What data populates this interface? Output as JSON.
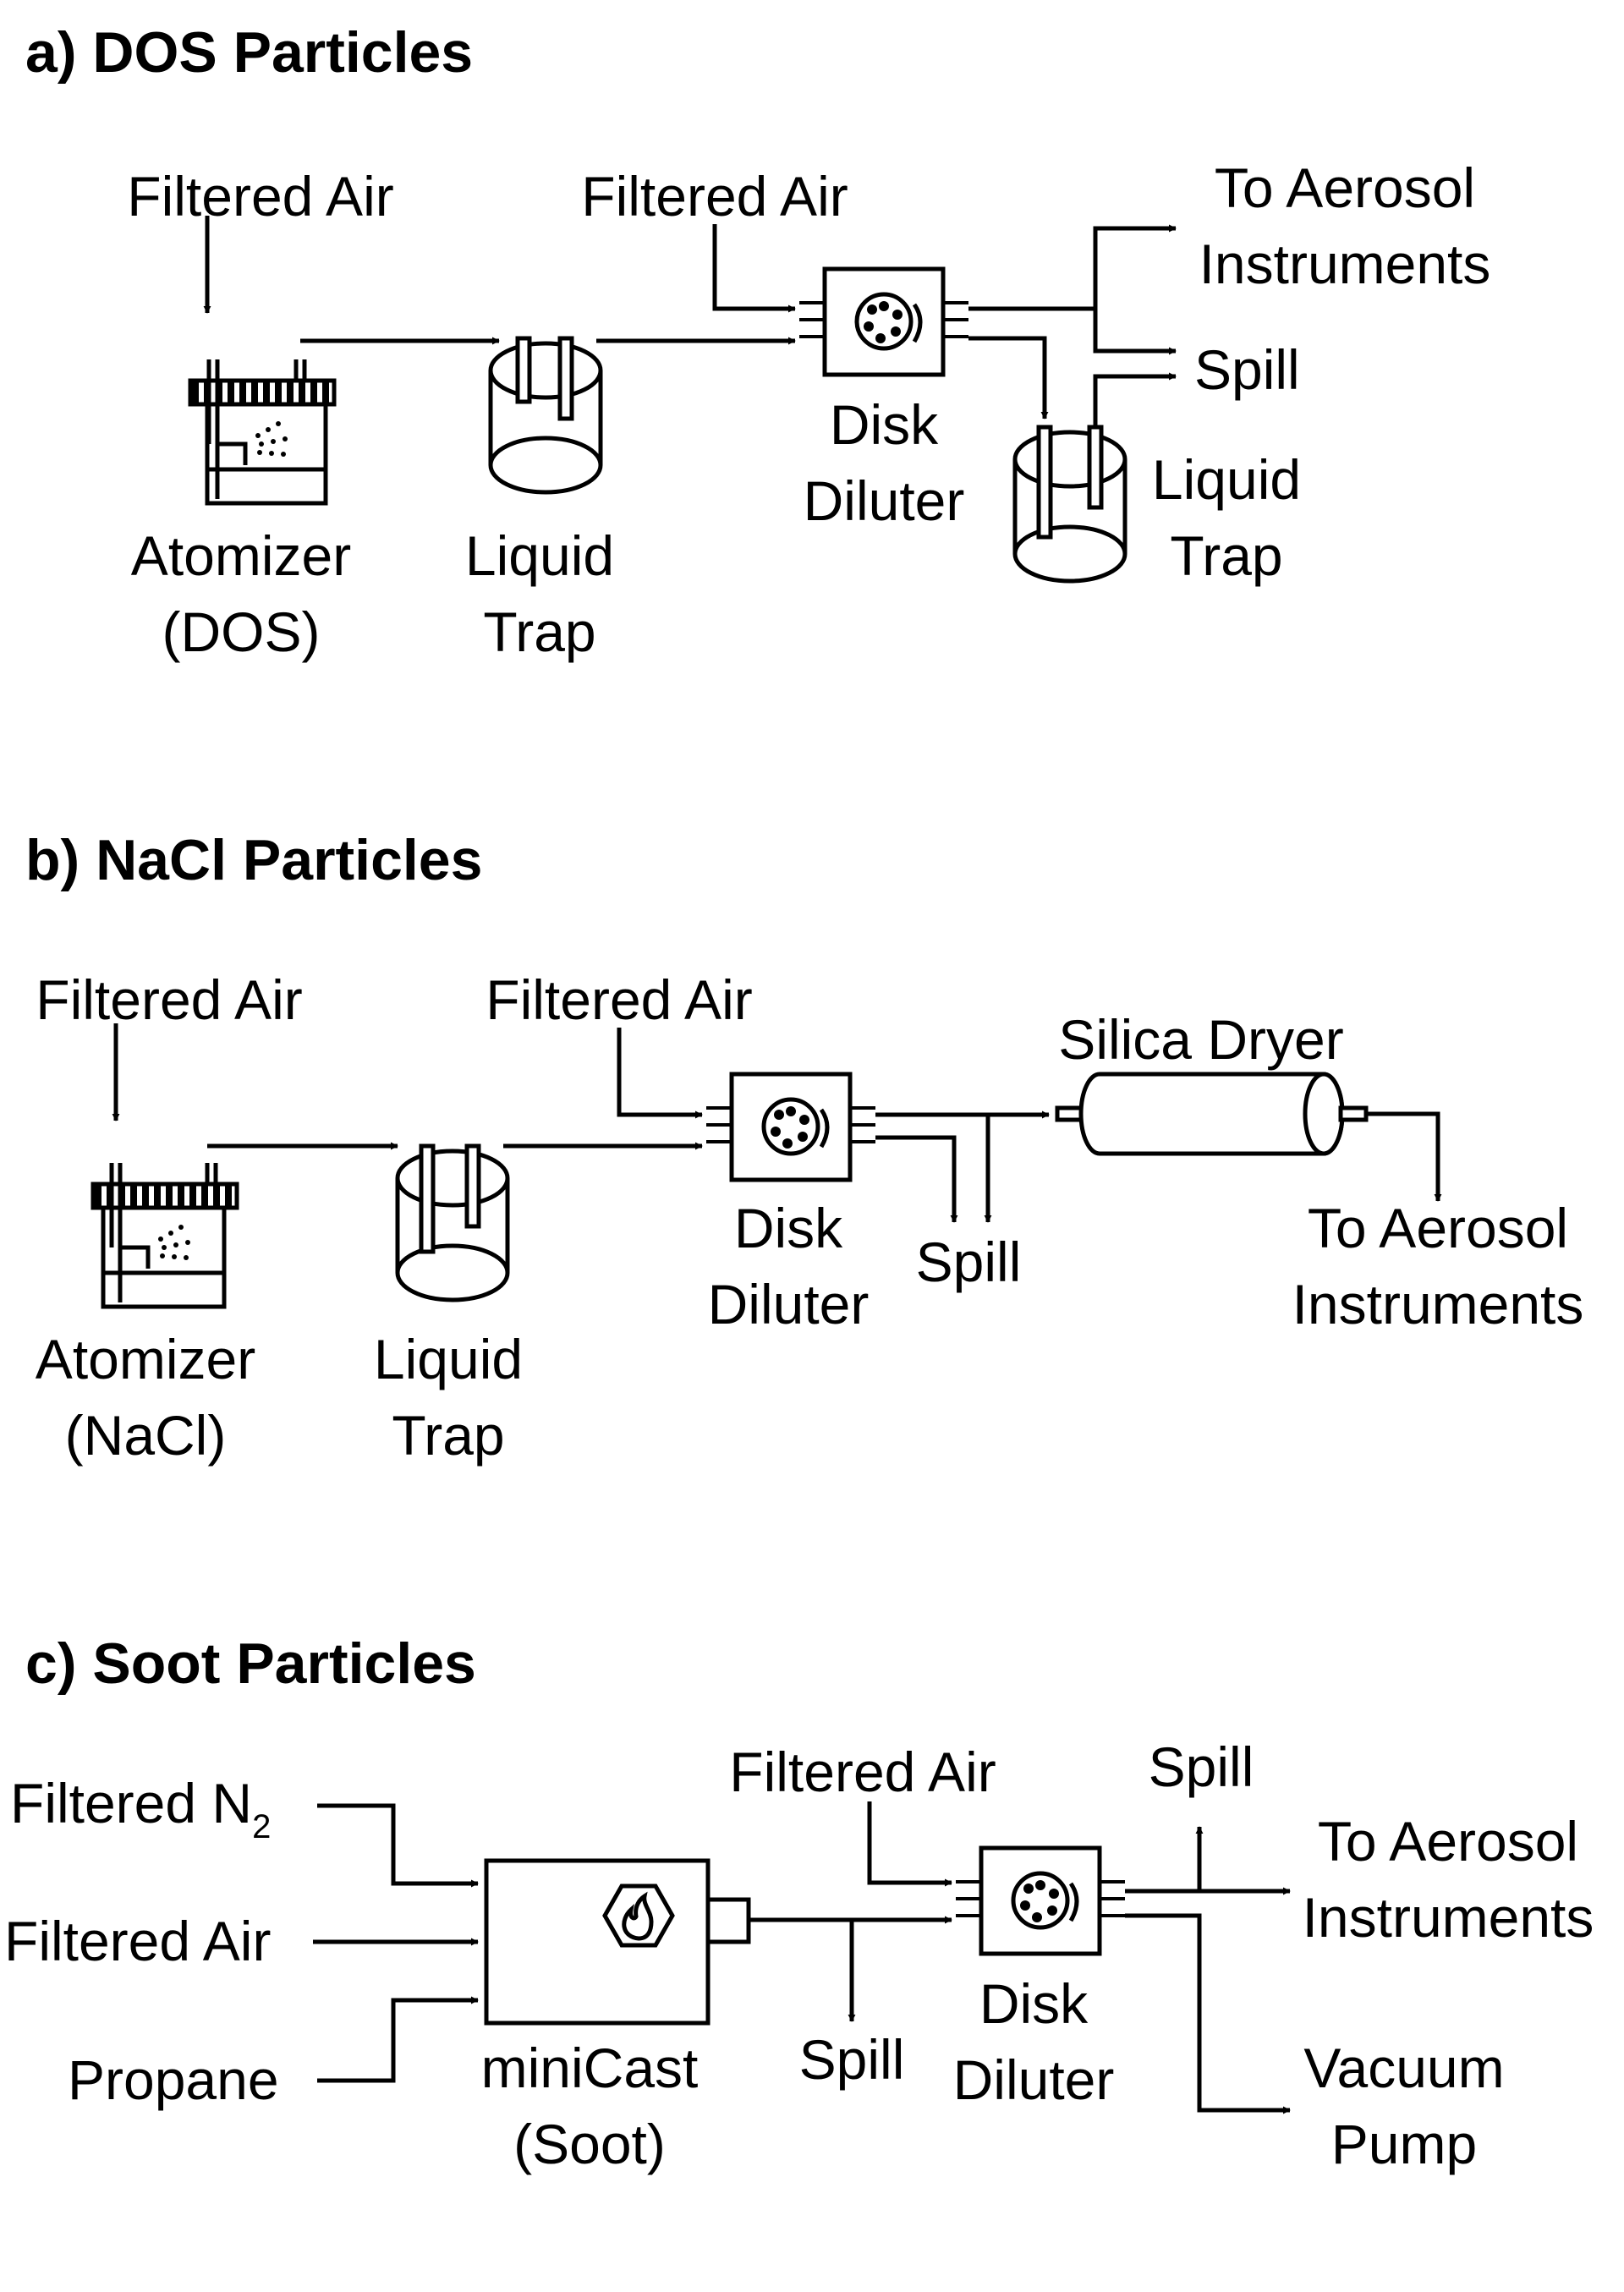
{
  "diagram": {
    "panel_a": {
      "title": "a) DOS Particles",
      "filtered_air_1": "Filtered Air",
      "filtered_air_2": "Filtered Air",
      "to_aerosol_line1": "To Aerosol",
      "to_aerosol_line2": "Instruments",
      "spill": "Spill",
      "atomizer_line1": "Atomizer",
      "atomizer_line2": "(DOS)",
      "liquid_trap_1_line1": "Liquid",
      "liquid_trap_1_line2": "Trap",
      "disk_diluter_line1": "Disk",
      "disk_diluter_line2": "Diluter",
      "liquid_trap_2_line1": "Liquid",
      "liquid_trap_2_line2": "Trap"
    },
    "panel_b": {
      "title": "b) NaCl Particles",
      "filtered_air_1": "Filtered Air",
      "filtered_air_2": "Filtered Air",
      "silica_dryer": "Silica Dryer",
      "atomizer_line1": "Atomizer",
      "atomizer_line2": "(NaCl)",
      "liquid_trap_line1": "Liquid",
      "liquid_trap_line2": "Trap",
      "disk_diluter_line1": "Disk",
      "disk_diluter_line2": "Diluter",
      "spill": "Spill",
      "to_aerosol_line1": "To Aerosol",
      "to_aerosol_line2": "Instruments"
    },
    "panel_c": {
      "title": "c) Soot Particles",
      "filtered_n2": "Filtered N",
      "filtered_n2_subscript": "2",
      "filtered_air_1": "Filtered Air",
      "propane": "Propane",
      "minicast_line1": "miniCast",
      "minicast_line2": "(Soot)",
      "filtered_air_2": "Filtered Air",
      "spill_top": "Spill",
      "spill_bottom": "Spill",
      "to_aerosol_line1": "To Aerosol",
      "to_aerosol_line2": "Instruments",
      "disk_diluter_line1": "Disk",
      "disk_diluter_line2": "Diluter",
      "vacuum_line1": "Vacuum",
      "vacuum_line2": "Pump"
    }
  }
}
